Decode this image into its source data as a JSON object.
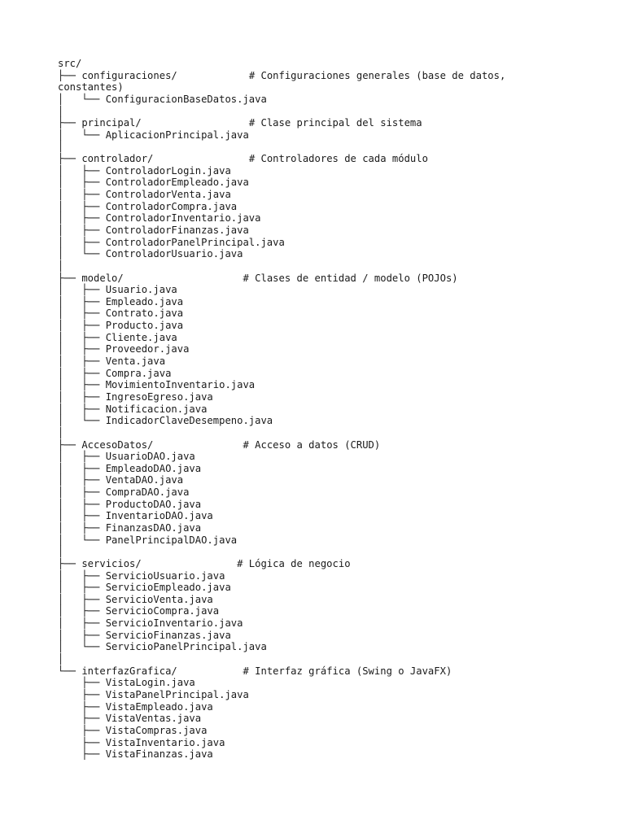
{
  "document": {
    "lines": [
      {
        "prefix": "src/",
        "comment": ""
      },
      {
        "prefix": "├── configuraciones/            ",
        "comment": "# Configuraciones generales (base de datos,"
      },
      {
        "prefix": "constantes)",
        "comment": ""
      },
      {
        "prefix": "│   └── ConfiguracionBaseDatos.java",
        "comment": ""
      },
      {
        "prefix": "│",
        "comment": ""
      },
      {
        "prefix": "├── principal/                  ",
        "comment": "# Clase principal del sistema"
      },
      {
        "prefix": "│   └── AplicacionPrincipal.java",
        "comment": ""
      },
      {
        "prefix": "│",
        "comment": ""
      },
      {
        "prefix": "├── controlador/                ",
        "comment": "# Controladores de cada módulo"
      },
      {
        "prefix": "│   ├── ControladorLogin.java",
        "comment": ""
      },
      {
        "prefix": "│   ├── ControladorEmpleado.java",
        "comment": ""
      },
      {
        "prefix": "│   ├── ControladorVenta.java",
        "comment": ""
      },
      {
        "prefix": "│   ├── ControladorCompra.java",
        "comment": ""
      },
      {
        "prefix": "│   ├── ControladorInventario.java",
        "comment": ""
      },
      {
        "prefix": "│   ├── ControladorFinanzas.java",
        "comment": ""
      },
      {
        "prefix": "│   ├── ControladorPanelPrincipal.java",
        "comment": ""
      },
      {
        "prefix": "│   └── ControladorUsuario.java",
        "comment": ""
      },
      {
        "prefix": "│",
        "comment": ""
      },
      {
        "prefix": "├── modelo/                    ",
        "comment": "# Clases de entidad / modelo (POJOs)"
      },
      {
        "prefix": "│   ├── Usuario.java",
        "comment": ""
      },
      {
        "prefix": "│   ├── Empleado.java",
        "comment": ""
      },
      {
        "prefix": "│   ├── Contrato.java",
        "comment": ""
      },
      {
        "prefix": "│   ├── Producto.java",
        "comment": ""
      },
      {
        "prefix": "│   ├── Cliente.java",
        "comment": ""
      },
      {
        "prefix": "│   ├── Proveedor.java",
        "comment": ""
      },
      {
        "prefix": "│   ├── Venta.java",
        "comment": ""
      },
      {
        "prefix": "│   ├── Compra.java",
        "comment": ""
      },
      {
        "prefix": "│   ├── MovimientoInventario.java",
        "comment": ""
      },
      {
        "prefix": "│   ├── IngresoEgreso.java",
        "comment": ""
      },
      {
        "prefix": "│   ├── Notificacion.java",
        "comment": ""
      },
      {
        "prefix": "│   └── IndicadorClaveDesempeno.java",
        "comment": ""
      },
      {
        "prefix": "│",
        "comment": ""
      },
      {
        "prefix": "├── AccesoDatos/               ",
        "comment": "# Acceso a datos (CRUD)"
      },
      {
        "prefix": "│   ├── UsuarioDAO.java",
        "comment": ""
      },
      {
        "prefix": "│   ├── EmpleadoDAO.java",
        "comment": ""
      },
      {
        "prefix": "│   ├── VentaDAO.java",
        "comment": ""
      },
      {
        "prefix": "│   ├── CompraDAO.java",
        "comment": ""
      },
      {
        "prefix": "│   ├── ProductoDAO.java",
        "comment": ""
      },
      {
        "prefix": "│   ├── InventarioDAO.java",
        "comment": ""
      },
      {
        "prefix": "│   ├── FinanzasDAO.java",
        "comment": ""
      },
      {
        "prefix": "│   └── PanelPrincipalDAO.java",
        "comment": ""
      },
      {
        "prefix": "│",
        "comment": ""
      },
      {
        "prefix": "├── servicios/                ",
        "comment": "# Lógica de negocio"
      },
      {
        "prefix": "│   ├── ServicioUsuario.java",
        "comment": ""
      },
      {
        "prefix": "│   ├── ServicioEmpleado.java",
        "comment": ""
      },
      {
        "prefix": "│   ├── ServicioVenta.java",
        "comment": ""
      },
      {
        "prefix": "│   ├── ServicioCompra.java",
        "comment": ""
      },
      {
        "prefix": "│   ├── ServicioInventario.java",
        "comment": ""
      },
      {
        "prefix": "│   ├── ServicioFinanzas.java",
        "comment": ""
      },
      {
        "prefix": "│   └── ServicioPanelPrincipal.java",
        "comment": ""
      },
      {
        "prefix": "│",
        "comment": ""
      },
      {
        "prefix": "└── interfazGrafica/           ",
        "comment": "# Interfaz gráfica (Swing o JavaFX)"
      },
      {
        "prefix": "    ├── VistaLogin.java",
        "comment": ""
      },
      {
        "prefix": "    ├── VistaPanelPrincipal.java",
        "comment": ""
      },
      {
        "prefix": "    ├── VistaEmpleado.java",
        "comment": ""
      },
      {
        "prefix": "    ├── VistaVentas.java",
        "comment": ""
      },
      {
        "prefix": "    ├── VistaCompras.java",
        "comment": ""
      },
      {
        "prefix": "    ├── VistaInventario.java",
        "comment": ""
      },
      {
        "prefix": "    ├── VistaFinanzas.java",
        "comment": ""
      }
    ]
  }
}
